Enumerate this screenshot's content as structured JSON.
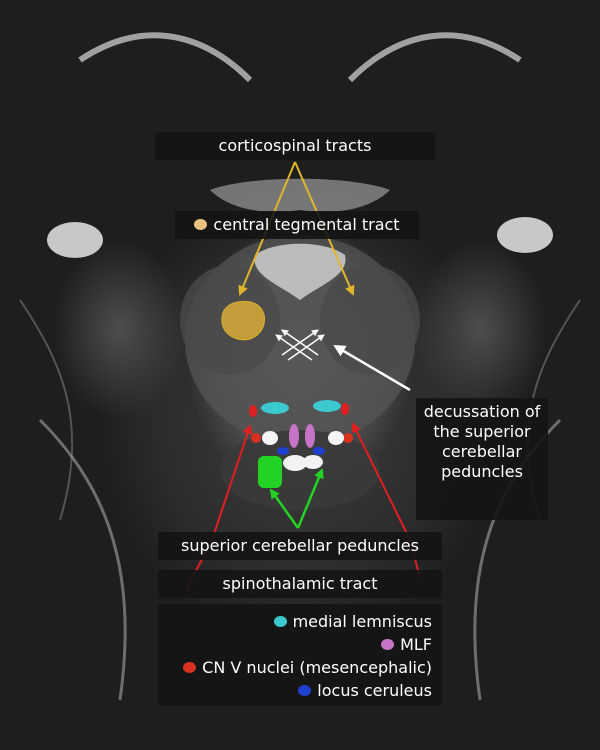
{
  "labels": {
    "corticospinal": "corticospinal tracts",
    "central_tegmental": "central tegmental tract",
    "decussation": "decussation of the superior cerebellar peduncles",
    "scp": "superior cerebellar peduncles",
    "spinothalamic": "spinothalamic tract"
  },
  "legend": [
    {
      "label": "medial lemniscus",
      "color": "#3cc8cf"
    },
    {
      "label": "MLF",
      "color": "#c774c6"
    },
    {
      "label": "CN V nuclei (mesencephalic)",
      "color": "#d8321f"
    },
    {
      "label": "locus ceruleus",
      "color": "#1f3fcf"
    }
  ],
  "colors": {
    "corticospinal": "#e0b52c",
    "central_tegmental": "#caa23a",
    "central_tegmental_dot": "#e6c47f",
    "decussation": "#ffffff",
    "scp": "#e02020",
    "spinothalamic": "#23d323"
  }
}
